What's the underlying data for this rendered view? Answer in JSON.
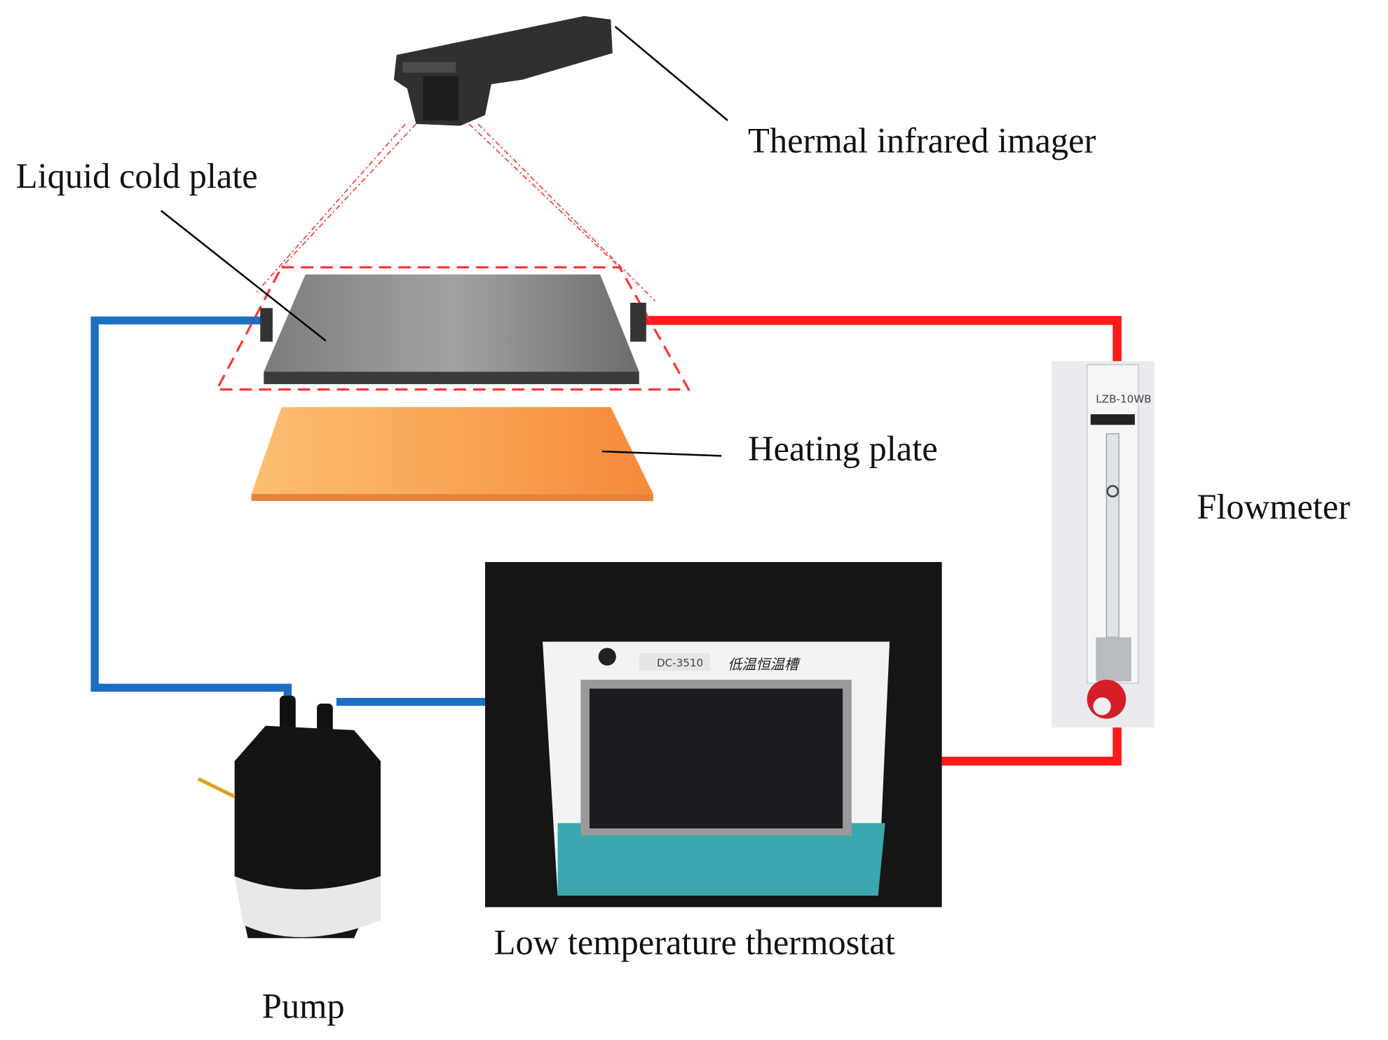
{
  "labels": {
    "imager": "Thermal infrared imager",
    "cold_plate": "Liquid cold plate",
    "heating_plate": "Heating plate",
    "flowmeter": "Flowmeter",
    "thermostat": "Low temperature thermostat",
    "pump": "Pump"
  },
  "thermostat_panel": {
    "model": "DC-3510",
    "name": "低温恒温槽"
  },
  "flowmeter_panel": {
    "model": "LZB-10WB"
  },
  "colors": {
    "cold_pipe": "#1a6fc4",
    "hot_pipe": "#ff1a1a",
    "heating_plate": "#f9a050",
    "cold_plate": "#8e8c8c",
    "field_of_view": "#ff3333"
  }
}
